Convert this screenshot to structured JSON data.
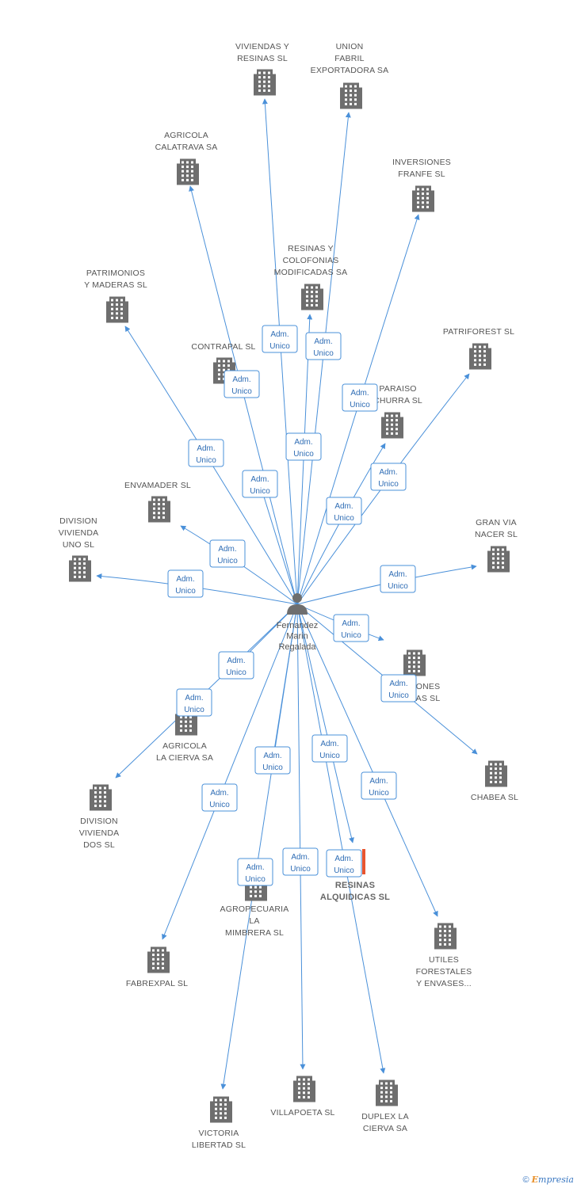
{
  "person": {
    "name_lines": [
      "Fernandez",
      "Marin",
      "Regalada"
    ]
  },
  "role": [
    "Adm.",
    "Unico"
  ],
  "companies": [
    {
      "id": "viviendas",
      "lines": [
        "VIVIENDAS Y",
        "RESINAS SL"
      ]
    },
    {
      "id": "union",
      "lines": [
        "UNION",
        "FABRIL",
        "EXPORTADORA SA"
      ]
    },
    {
      "id": "agricola-calatrava",
      "lines": [
        "AGRICOLA",
        "CALATRAVA SA"
      ]
    },
    {
      "id": "inversiones",
      "lines": [
        "INVERSIONES",
        "FRANFE SL"
      ]
    },
    {
      "id": "resinas-colofonias",
      "lines": [
        "RESINAS Y",
        "COLOFONIAS",
        "MODIFICADAS SA"
      ]
    },
    {
      "id": "patrimonios",
      "lines": [
        "PATRIMONIOS",
        "Y MADERAS SL"
      ]
    },
    {
      "id": "patriforest",
      "lines": [
        "PATRIFOREST SL"
      ]
    },
    {
      "id": "contrapal",
      "lines": [
        "CONTRAPAL SL"
      ]
    },
    {
      "id": "paraiso",
      "lines": [
        "PARAISO",
        "CHURRA SL"
      ]
    },
    {
      "id": "envamader",
      "lines": [
        "ENVAMADER SL"
      ]
    },
    {
      "id": "division-uno",
      "lines": [
        "DIVISION",
        "VIVIENDA",
        "UNO SL"
      ]
    },
    {
      "id": "gran-via",
      "lines": [
        "GRAN VIA",
        "NACER SL"
      ]
    },
    {
      "id": "ones-as",
      "lines": [
        "ONES",
        "AS SL"
      ]
    },
    {
      "id": "agricola-cierva",
      "lines": [
        "AGRICOLA",
        "LA CIERVA SA"
      ]
    },
    {
      "id": "chabea",
      "lines": [
        "CHABEA SL"
      ]
    },
    {
      "id": "division-dos",
      "lines": [
        "DIVISION",
        "VIVIENDA",
        "DOS SL"
      ]
    },
    {
      "id": "resinas-alquidicas",
      "lines": [
        "RESINAS",
        "ALQUIDICAS SL"
      ]
    },
    {
      "id": "agropecuaria",
      "lines": [
        "AGROPECUARIA",
        "LA",
        "MIMBRERA SL"
      ]
    },
    {
      "id": "utiles",
      "lines": [
        "UTILES",
        "FORESTALES",
        "Y ENVASES..."
      ]
    },
    {
      "id": "fabrexpal",
      "lines": [
        "FABREXPAL SL"
      ]
    },
    {
      "id": "villapoeta",
      "lines": [
        "VILLAPOETA SL"
      ]
    },
    {
      "id": "duplex",
      "lines": [
        "DUPLEX LA",
        "CIERVA SA"
      ]
    },
    {
      "id": "victoria",
      "lines": [
        "VICTORIA",
        "LIBERTAD SL"
      ]
    }
  ],
  "footer": {
    "copyright": "©",
    "brand_initial": "E",
    "brand_rest": "mpresia"
  },
  "colors": {
    "edge": "#4a90d9",
    "building": "#6e6e6e",
    "highlight": "#e8552f",
    "label": "#555555"
  }
}
